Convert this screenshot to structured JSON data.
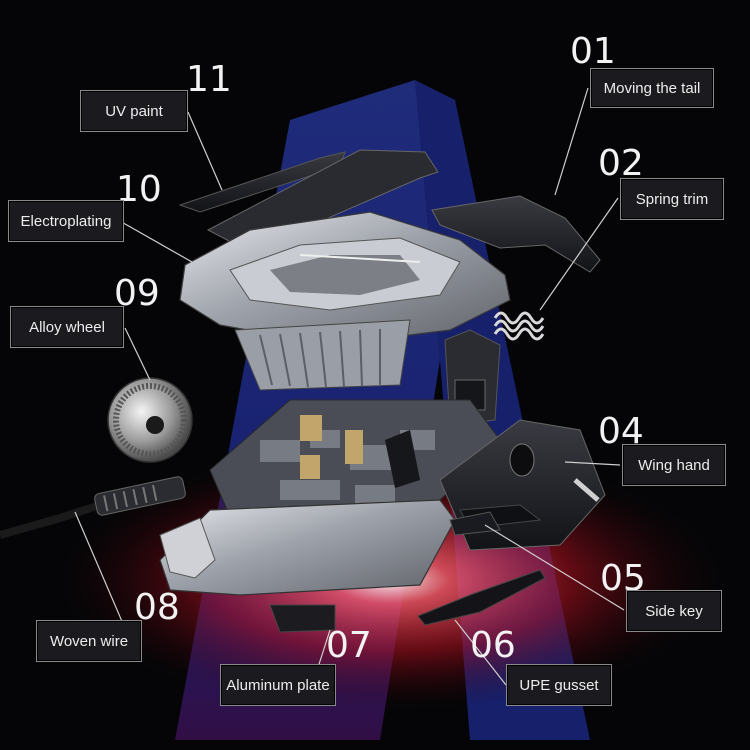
{
  "parts": [
    {
      "number": "01",
      "label": "Moving the tail"
    },
    {
      "number": "02",
      "label": "Spring trim"
    },
    {
      "number": "04",
      "label": "Wing hand"
    },
    {
      "number": "05",
      "label": "Side key"
    },
    {
      "number": "06",
      "label": "UPE gusset"
    },
    {
      "number": "07",
      "label": "Aluminum plate"
    },
    {
      "number": "08",
      "label": "Woven wire"
    },
    {
      "number": "09",
      "label": "Alloy wheel"
    },
    {
      "number": "10",
      "label": "Electroplating"
    },
    {
      "number": "11",
      "label": "UV paint"
    }
  ],
  "colors": {
    "background": "#050507",
    "blue_glow": "#1a2a9a",
    "red_glow": "#c01428",
    "metal": "#b9bcc4",
    "dark_plastic": "#1e1f24",
    "label_bg": "#1b1b1f",
    "label_border": "#8a8a8a",
    "leader_line": "#cfcfcf"
  }
}
